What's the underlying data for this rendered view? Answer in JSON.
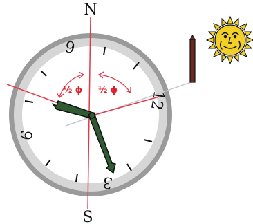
{
  "compass": {
    "north_label": "N",
    "south_label": "S",
    "angle_left": "½ ϕ",
    "angle_right": "½ ϕ"
  },
  "dial": {
    "numbers": [
      "3",
      "6",
      "9",
      "12"
    ]
  },
  "colors": {
    "ring_outer": "#9a9a9a",
    "ring_inner": "#d6d6d6",
    "face": "#ffffff",
    "hand_green": "#2f5a32",
    "hand_outline": "#111111",
    "red_lines": "#e03a4a",
    "gray_line": "#c8c8c8",
    "stick": "#6b2a1e",
    "sun": "#f2d028"
  },
  "icons": [
    "sun-icon",
    "stick-icon"
  ]
}
